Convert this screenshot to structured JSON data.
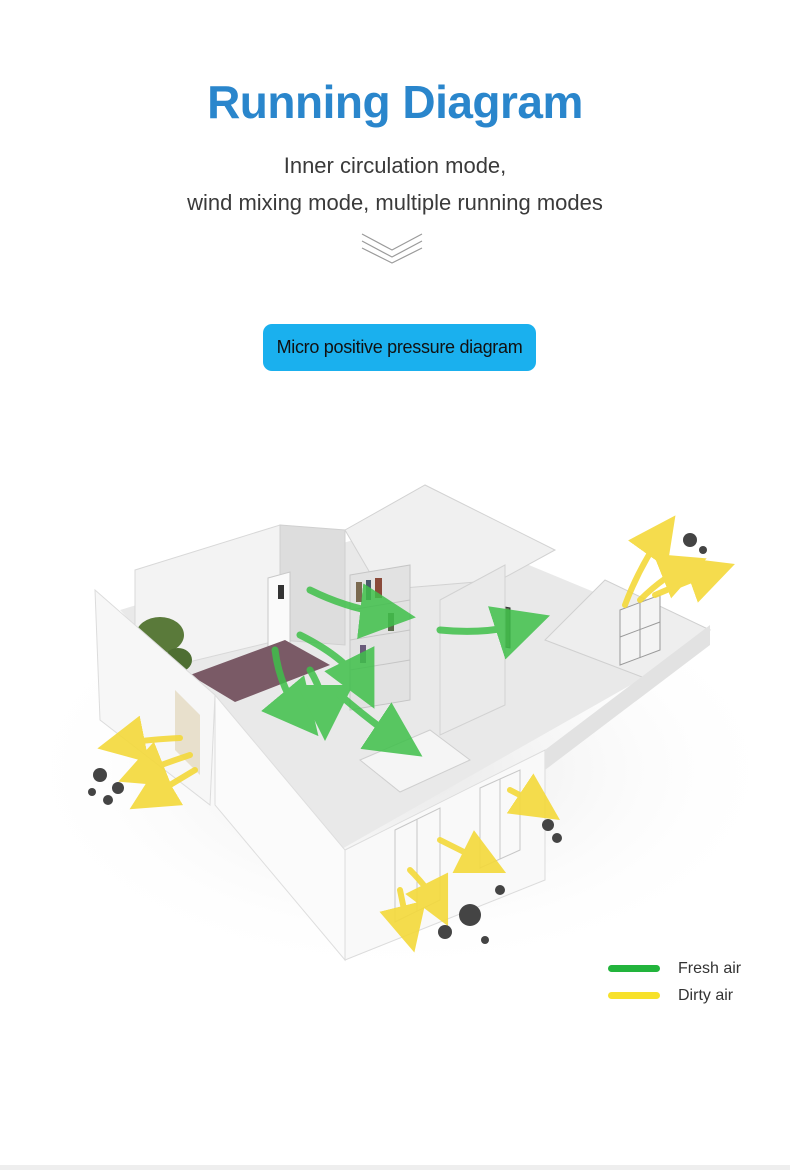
{
  "header": {
    "title": "Running Diagram",
    "subtitle_line1": "Inner circulation mode,",
    "subtitle_line2": "wind mixing mode, multiple running modes"
  },
  "badge": {
    "label": "Micro positive pressure diagram"
  },
  "legend": {
    "items": [
      {
        "label": "Fresh air",
        "color": "#22b43c"
      },
      {
        "label": "Dirty  air",
        "color": "#f7e12b"
      }
    ]
  },
  "colors": {
    "title": "#2a86cc",
    "badge": "#1ab0ee",
    "fresh_air": "#3fc04a",
    "dirty_air": "#f4d93a",
    "virus": "#444444"
  },
  "icons": [
    "chevron-down-icon",
    "house-floorplan-illustration",
    "virus-icon",
    "fresh-air-arrow",
    "dirty-air-arrow"
  ]
}
